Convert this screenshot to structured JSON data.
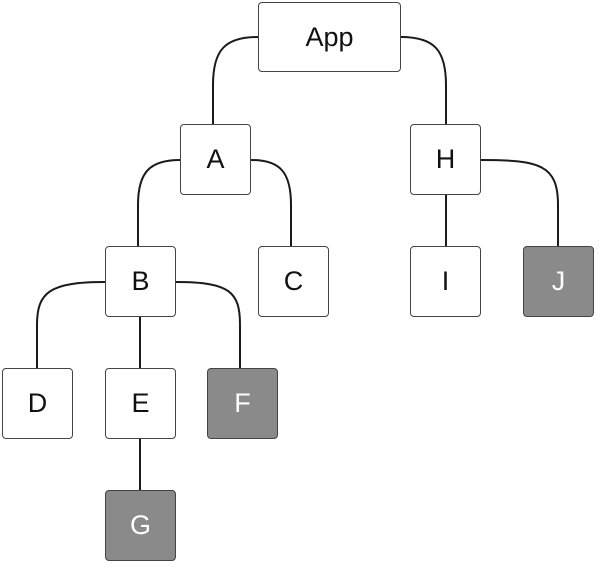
{
  "tree": {
    "nodes": [
      {
        "id": "app",
        "label": "App",
        "shaded": false
      },
      {
        "id": "a",
        "label": "A",
        "shaded": false
      },
      {
        "id": "h",
        "label": "H",
        "shaded": false
      },
      {
        "id": "b",
        "label": "B",
        "shaded": false
      },
      {
        "id": "c",
        "label": "C",
        "shaded": false
      },
      {
        "id": "i",
        "label": "I",
        "shaded": false
      },
      {
        "id": "j",
        "label": "J",
        "shaded": true
      },
      {
        "id": "d",
        "label": "D",
        "shaded": false
      },
      {
        "id": "e",
        "label": "E",
        "shaded": false
      },
      {
        "id": "f",
        "label": "F",
        "shaded": true
      },
      {
        "id": "g",
        "label": "G",
        "shaded": true
      }
    ],
    "edges": [
      {
        "from": "app",
        "to": "a"
      },
      {
        "from": "app",
        "to": "h"
      },
      {
        "from": "a",
        "to": "b"
      },
      {
        "from": "a",
        "to": "c"
      },
      {
        "from": "h",
        "to": "i"
      },
      {
        "from": "h",
        "to": "j"
      },
      {
        "from": "b",
        "to": "d"
      },
      {
        "from": "b",
        "to": "e"
      },
      {
        "from": "b",
        "to": "f"
      },
      {
        "from": "e",
        "to": "g"
      }
    ],
    "colors": {
      "node_fill": "#ffffff",
      "shaded_fill": "#8a8a8a",
      "line": "#1a1a1a"
    }
  }
}
